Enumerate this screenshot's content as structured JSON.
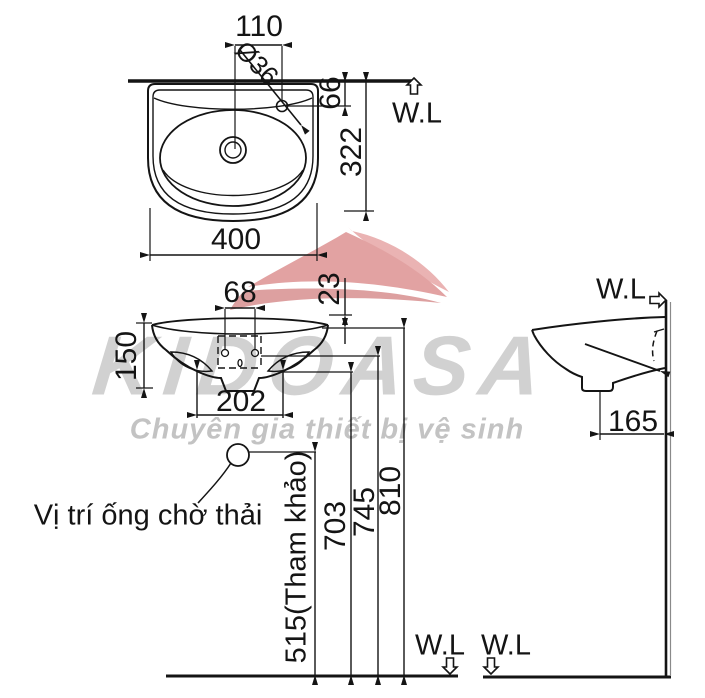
{
  "watermark": {
    "brand": "KIDOASA",
    "tagline": "Chuyên gia thiết bị vệ sinh",
    "swoosh_colors": [
      "#eab3b3",
      "#e2a2a2",
      "#dda0a0"
    ],
    "text_color": "#c9c9c9"
  },
  "plan_view": {
    "faucet_offset": "110",
    "faucet_hole_diameter": "Ø36",
    "hole_to_wall": "66",
    "depth": "322",
    "width": "400",
    "wall_line_label": "W.L"
  },
  "front_view": {
    "hole_spacing": "68",
    "rim_drop": "23",
    "basin_height": "150",
    "fixing_span": "202"
  },
  "side_view": {
    "wall_line_label": "W.L",
    "drain_to_wall": "165"
  },
  "installation": {
    "waste_note": "Vị trí ống chờ thải",
    "waste_pipe_height": "515(Tham khảo)",
    "height_703": "703",
    "height_745": "745",
    "height_810": "810",
    "floor_mark_left": "W.L",
    "floor_mark_right": "W.L"
  },
  "line_color": "#141414"
}
